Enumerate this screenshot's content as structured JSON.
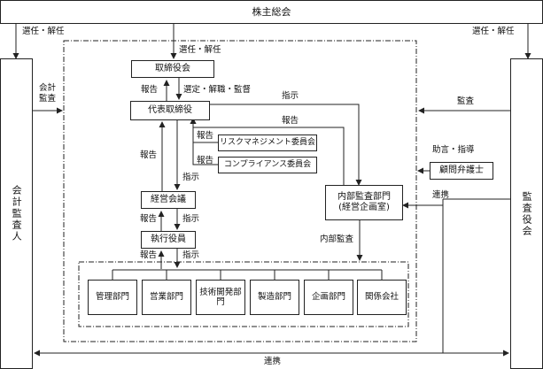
{
  "nodes": {
    "shareholders": "株主総会",
    "accounting_auditor": "会計監査人",
    "audit_board": "監査役会",
    "board": "取締役会",
    "ceo": "代表取締役",
    "risk_committee": "リスクマネジメント委員会",
    "compliance_committee": "コンプライアンス委員会",
    "mgmt_meeting": "経営会議",
    "exec_officers": "執行役員",
    "internal_audit_l1": "内部監査部門",
    "internal_audit_l2": "(経営企画室)",
    "legal_advisor": "顧問弁護士",
    "departments": [
      "管理部門",
      "営業部門",
      "技術開発部門",
      "製造部門",
      "企画部門",
      "関係会社"
    ]
  },
  "labels": {
    "appoint_left": "選任・解任",
    "appoint_right": "選任・解任",
    "appoint_center": "選任・解任",
    "accounting_audit_l1": "会計",
    "accounting_audit_l2": "監査",
    "select_dismiss_supervise": "選定・解職・監督",
    "report_board": "報告",
    "instruct_ceo_audit": "指示",
    "report_audit_to_ceo": "報告",
    "report_risk": "報告",
    "report_compliance": "報告",
    "report_mgmt": "報告",
    "instruct_mgmt": "指示",
    "report_exec_to_mgmt": "報告",
    "instruct_mgmt_to_exec": "指示",
    "report_depts": "報告",
    "instruct_depts": "指示",
    "audit": "監査",
    "advice_guidance": "助言・指導",
    "cooperation_right": "連携",
    "internal_audit": "内部監査",
    "cooperation_bottom": "連携"
  }
}
